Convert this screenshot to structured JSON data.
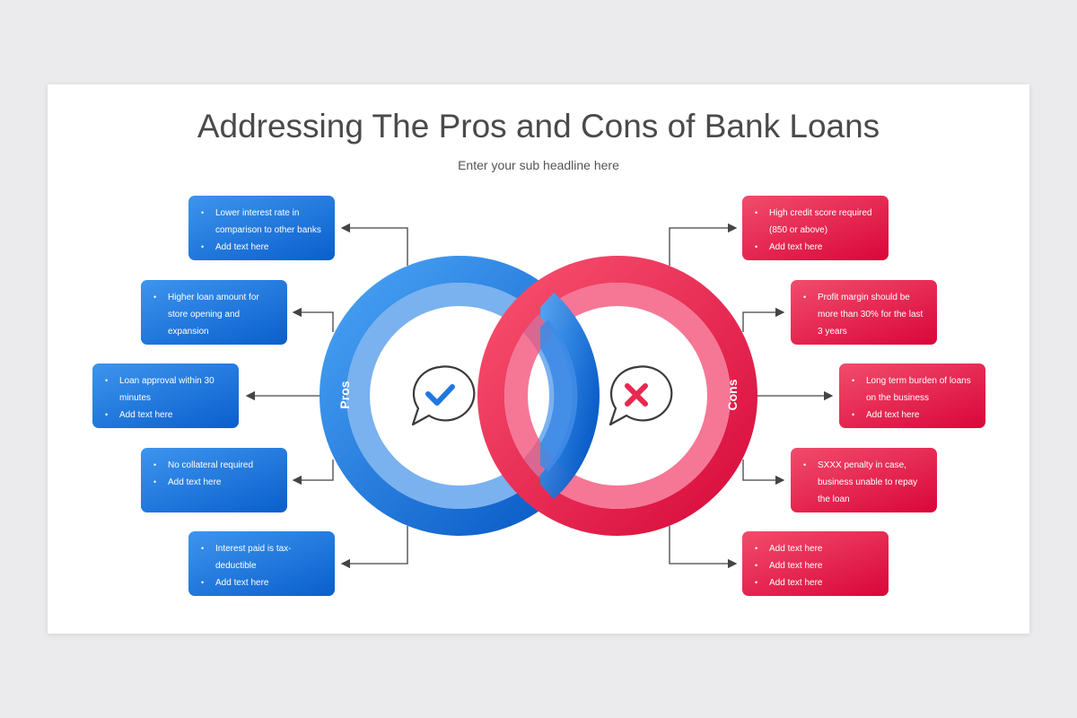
{
  "title": "Addressing The Pros and Cons of Bank Loans",
  "subtitle": "Enter your sub headline here",
  "pros_label": "Pros",
  "cons_label": "Cons",
  "colors": {
    "pros": "#1f7ae0",
    "cons": "#ee2a52"
  },
  "pros": [
    {
      "items": [
        "Lower interest rate in comparison to other banks",
        "Add text here"
      ]
    },
    {
      "items": [
        "Higher loan amount for store opening and expansion"
      ]
    },
    {
      "items": [
        "Loan approval within 30 minutes",
        "Add text here"
      ]
    },
    {
      "items": [
        "No collateral required",
        "Add text here"
      ]
    },
    {
      "items": [
        "Interest paid is tax-deductible",
        "Add text here"
      ]
    }
  ],
  "cons": [
    {
      "items": [
        "High credit score required (850 or above)",
        "Add text here"
      ]
    },
    {
      "items": [
        "Profit margin should be more than 30% for the last 3 years"
      ]
    },
    {
      "items": [
        "Long term burden of loans on the business",
        "Add text here"
      ]
    },
    {
      "items": [
        "SXXX penalty in case, business unable to repay the loan"
      ]
    },
    {
      "items": [
        "Add text here",
        "Add text here",
        "Add text here"
      ]
    }
  ]
}
